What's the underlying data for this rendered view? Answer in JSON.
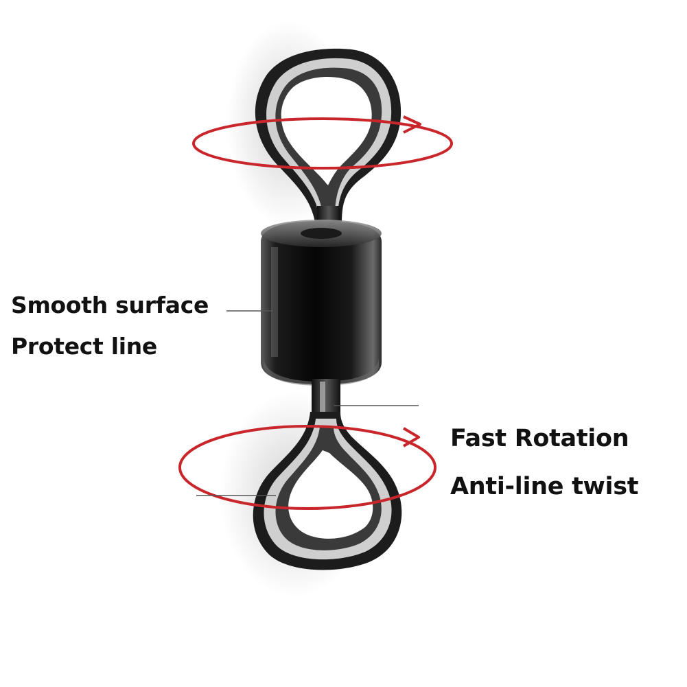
{
  "callouts": {
    "surface": {
      "line1": "Smooth surface",
      "line2": "Protect line"
    },
    "rotation": {
      "line1": "Fast Rotation",
      "line2": "Anti-line twist"
    }
  },
  "colors": {
    "background": "#ffffff",
    "rotation_ring": "#c8262a",
    "barrel": "#1a1a1a",
    "ring_metal": "#2b2b2b",
    "leader_line": "#555555",
    "label_text": "#111111"
  },
  "icons": [
    "rolling-swivel-illustration",
    "rotation-ring-arrow"
  ]
}
